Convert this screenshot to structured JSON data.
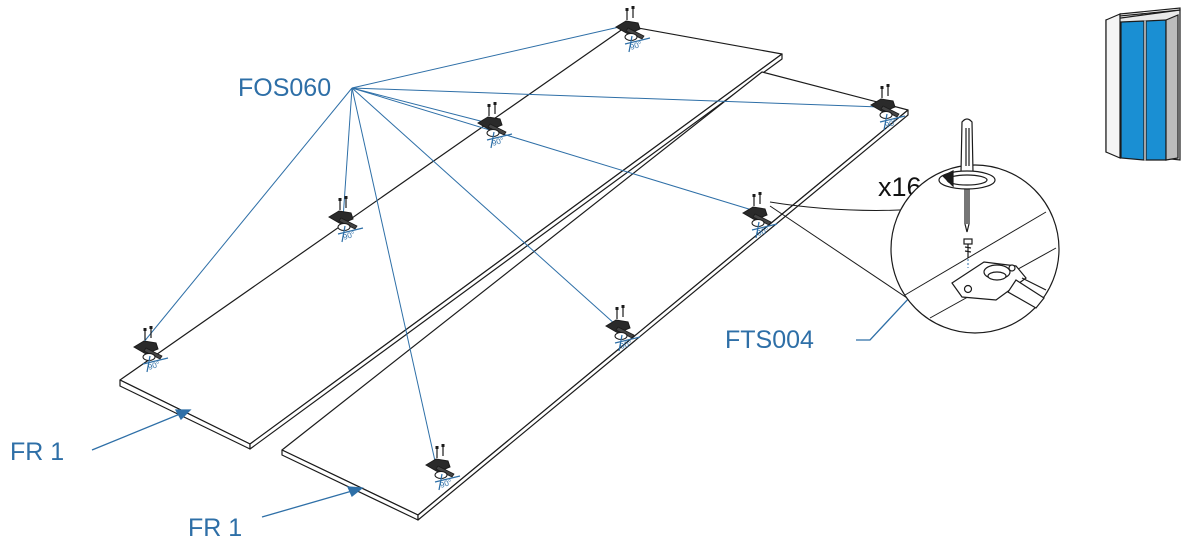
{
  "diagram": {
    "labels": {
      "connector_part": "FOS060",
      "screw_part": "FTS004",
      "quantity": "x16",
      "panel_left": "FR 1",
      "panel_right": "FR 1"
    },
    "angle_mark": "90°",
    "hinge_count": 8,
    "colors": {
      "accent": "#2e6fa7",
      "line": "#1b1b1b",
      "cabinet_door": "#1a8fd3",
      "cabinet_frame": "#e9e9e9"
    },
    "icons": [
      "hinge-icon",
      "screwdriver-icon",
      "rotate-arrow-icon",
      "screw-icon",
      "wardrobe-icon"
    ]
  }
}
